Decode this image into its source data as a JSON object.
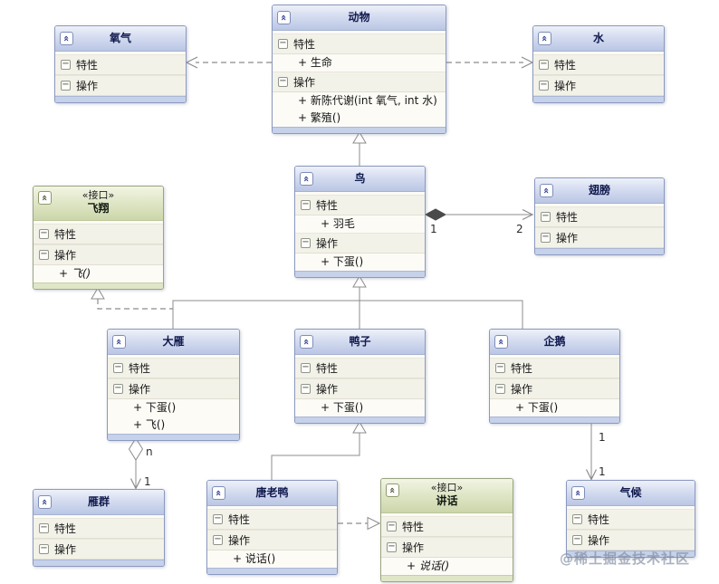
{
  "diagram": {
    "watermark": "@稀土掘金技术社区"
  },
  "icons": {
    "collapse_glyph": "«",
    "collapse_name": "chevron-double-up-icon",
    "minus_glyph": "−",
    "minus_name": "collapse-section-minus-icon"
  },
  "classes": [
    {
      "id": "oxygen",
      "title": "氧气",
      "kind": "class",
      "stereotype": "",
      "sections": [
        {
          "label": "特性",
          "members": []
        },
        {
          "label": "操作",
          "members": []
        }
      ]
    },
    {
      "id": "animal",
      "title": "动物",
      "kind": "class",
      "stereotype": "",
      "sections": [
        {
          "label": "特性",
          "members": [
            "+ 生命"
          ]
        },
        {
          "label": "操作",
          "members": [
            "+ 新陈代谢(int 氧气, int 水)",
            "+ 繁殖()"
          ]
        }
      ]
    },
    {
      "id": "water",
      "title": "水",
      "kind": "class",
      "stereotype": "",
      "sections": [
        {
          "label": "特性",
          "members": []
        },
        {
          "label": "操作",
          "members": []
        }
      ]
    },
    {
      "id": "bird",
      "title": "鸟",
      "kind": "class",
      "stereotype": "",
      "sections": [
        {
          "label": "特性",
          "members": [
            "+ 羽毛"
          ]
        },
        {
          "label": "操作",
          "members": [
            "+ 下蛋()"
          ]
        }
      ]
    },
    {
      "id": "wing",
      "title": "翅膀",
      "kind": "class",
      "stereotype": "",
      "sections": [
        {
          "label": "特性",
          "members": []
        },
        {
          "label": "操作",
          "members": []
        }
      ]
    },
    {
      "id": "fly",
      "title": "飞翔",
      "kind": "interface",
      "stereotype": "«接口»",
      "sections": [
        {
          "label": "特性",
          "members": []
        },
        {
          "label": "操作",
          "members": [
            "+ 飞()"
          ]
        }
      ]
    },
    {
      "id": "goose",
      "title": "大雁",
      "kind": "class",
      "stereotype": "",
      "sections": [
        {
          "label": "特性",
          "members": []
        },
        {
          "label": "操作",
          "members": [
            "+ 下蛋()",
            "+ 飞()"
          ]
        }
      ]
    },
    {
      "id": "duck",
      "title": "鸭子",
      "kind": "class",
      "stereotype": "",
      "sections": [
        {
          "label": "特性",
          "members": []
        },
        {
          "label": "操作",
          "members": [
            "+ 下蛋()"
          ]
        }
      ]
    },
    {
      "id": "penguin",
      "title": "企鹅",
      "kind": "class",
      "stereotype": "",
      "sections": [
        {
          "label": "特性",
          "members": []
        },
        {
          "label": "操作",
          "members": [
            "+ 下蛋()"
          ]
        }
      ]
    },
    {
      "id": "flock",
      "title": "雁群",
      "kind": "class",
      "stereotype": "",
      "sections": [
        {
          "label": "特性",
          "members": []
        },
        {
          "label": "操作",
          "members": []
        }
      ]
    },
    {
      "id": "donald",
      "title": "唐老鸭",
      "kind": "class",
      "stereotype": "",
      "sections": [
        {
          "label": "特性",
          "members": []
        },
        {
          "label": "操作",
          "members": [
            "+ 说话()"
          ]
        }
      ]
    },
    {
      "id": "speak",
      "title": "讲话",
      "kind": "interface",
      "stereotype": "«接口»",
      "sections": [
        {
          "label": "特性",
          "members": []
        },
        {
          "label": "操作",
          "members": [
            "+ 说话()"
          ]
        }
      ]
    },
    {
      "id": "climate",
      "title": "气候",
      "kind": "class",
      "stereotype": "",
      "sections": [
        {
          "label": "特性",
          "members": []
        },
        {
          "label": "操作",
          "members": []
        }
      ]
    }
  ],
  "relations": [
    {
      "id": "animal-oxygen",
      "type": "dependency",
      "from": "动物",
      "to": "氧气"
    },
    {
      "id": "animal-water",
      "type": "dependency",
      "from": "动物",
      "to": "水"
    },
    {
      "id": "bird-animal",
      "type": "inheritance",
      "from": "鸟",
      "to": "动物"
    },
    {
      "id": "bird-wing",
      "type": "composition",
      "from": "鸟",
      "to": "翅膀",
      "from_mult": "1",
      "to_mult": "2"
    },
    {
      "id": "goose-bird",
      "type": "inheritance",
      "from": "大雁",
      "to": "鸟"
    },
    {
      "id": "duck-bird",
      "type": "inheritance",
      "from": "鸭子",
      "to": "鸟"
    },
    {
      "id": "penguin-bird",
      "type": "inheritance",
      "from": "企鹅",
      "to": "鸟"
    },
    {
      "id": "goose-fly",
      "type": "realization",
      "from": "大雁",
      "to": "飞翔"
    },
    {
      "id": "goose-flock",
      "type": "aggregation",
      "from": "大雁",
      "to": "雁群",
      "from_mult": "n",
      "to_mult": "1"
    },
    {
      "id": "donald-duck",
      "type": "inheritance",
      "from": "唐老鸭",
      "to": "鸭子"
    },
    {
      "id": "donald-speak",
      "type": "realization",
      "from": "唐老鸭",
      "to": "讲话"
    },
    {
      "id": "penguin-climate",
      "type": "association",
      "from": "企鹅",
      "to": "气候",
      "from_mult": "1",
      "to_mult": "1"
    }
  ]
}
